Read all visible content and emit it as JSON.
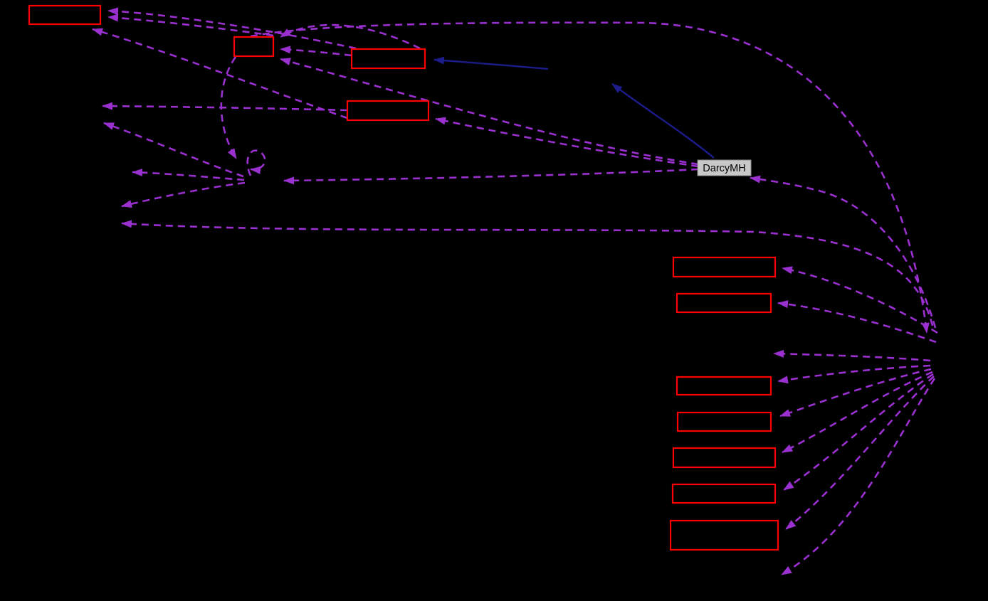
{
  "diagram": {
    "type": "dependency-collaboration-graph",
    "background_color": "#000000",
    "central_node": {
      "label": "DarcyMH",
      "fill_color": "#c8c8c8",
      "text_color": "#000000"
    },
    "colors": {
      "node_border": "#ff0000",
      "dashed_edge": "#9b30d0",
      "solid_edge": "#1c1c8a"
    },
    "counts": {
      "red_boxes": 11,
      "dashed_edges": 26,
      "solid_edges": 2
    }
  }
}
